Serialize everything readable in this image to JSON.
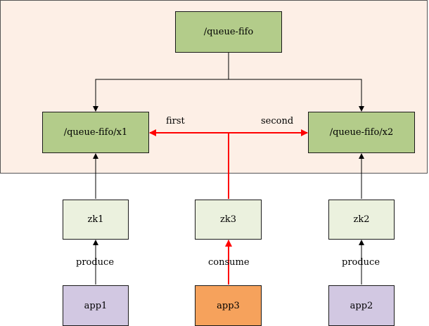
{
  "nodes": {
    "root": "/queue-fifo",
    "x1": "/queue-fifo/x1",
    "x2": "/queue-fifo/x2",
    "zk1": "zk1",
    "zk3": "zk3",
    "zk2": "zk2",
    "app1": "app1",
    "app3": "app3",
    "app2": "app2"
  },
  "labels": {
    "first": "first",
    "second": "second",
    "produce_left": "produce",
    "consume": "consume",
    "produce_right": "produce"
  },
  "colors": {
    "zone_bg": "#fdefe6",
    "znode": "#b3cc8a",
    "client": "#ebf1de",
    "app": "#d2c8e2",
    "app_active": "#f6a25c",
    "consume_line": "#ff0000"
  }
}
